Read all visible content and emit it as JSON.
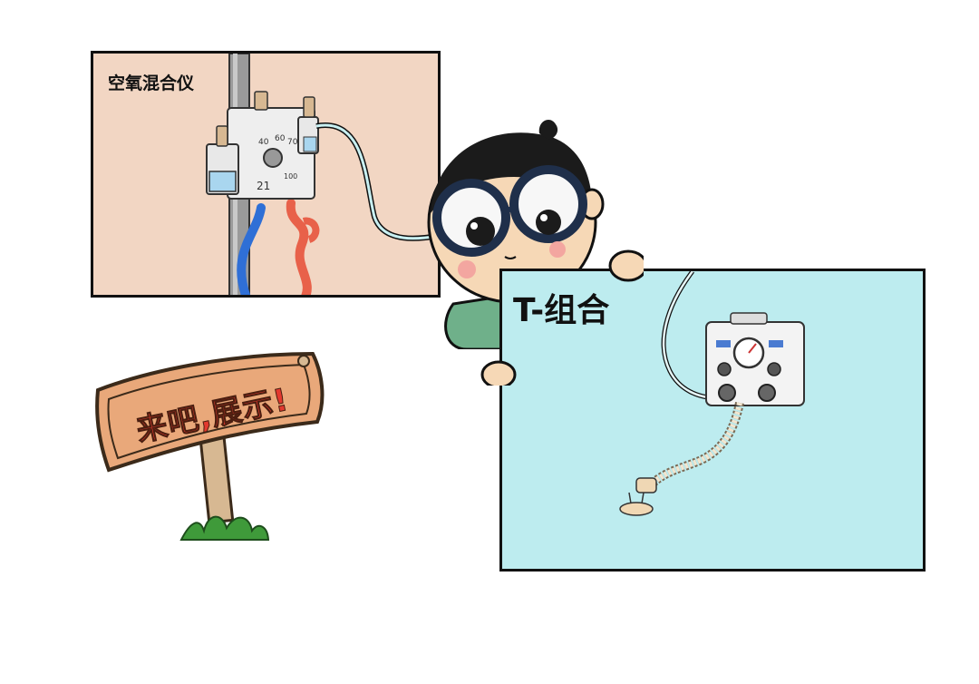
{
  "panels": {
    "air_oxygen_blender": {
      "label": "空氧混合仪"
    },
    "t_piece": {
      "label": "T-组合"
    }
  },
  "sign": {
    "text": "来吧,展示!"
  },
  "device_dial": {
    "markings": [
      "40",
      "60",
      "70",
      "21",
      "100"
    ]
  },
  "colors": {
    "left_panel_bg": "#f2d6c3",
    "right_panel_bg": "#bdecef",
    "blue_hose": "#2f6fd6",
    "red_hose": "#e8614a",
    "glasses": "#1f2f4a",
    "shirt": "#6fb08a",
    "sign_wood": "#e9a87a",
    "sign_text": "#e3392f"
  },
  "icons": [
    "blender-device-icon",
    "t-piece-resuscitator-icon",
    "mask-icon",
    "wooden-sign-icon",
    "character-icon"
  ]
}
